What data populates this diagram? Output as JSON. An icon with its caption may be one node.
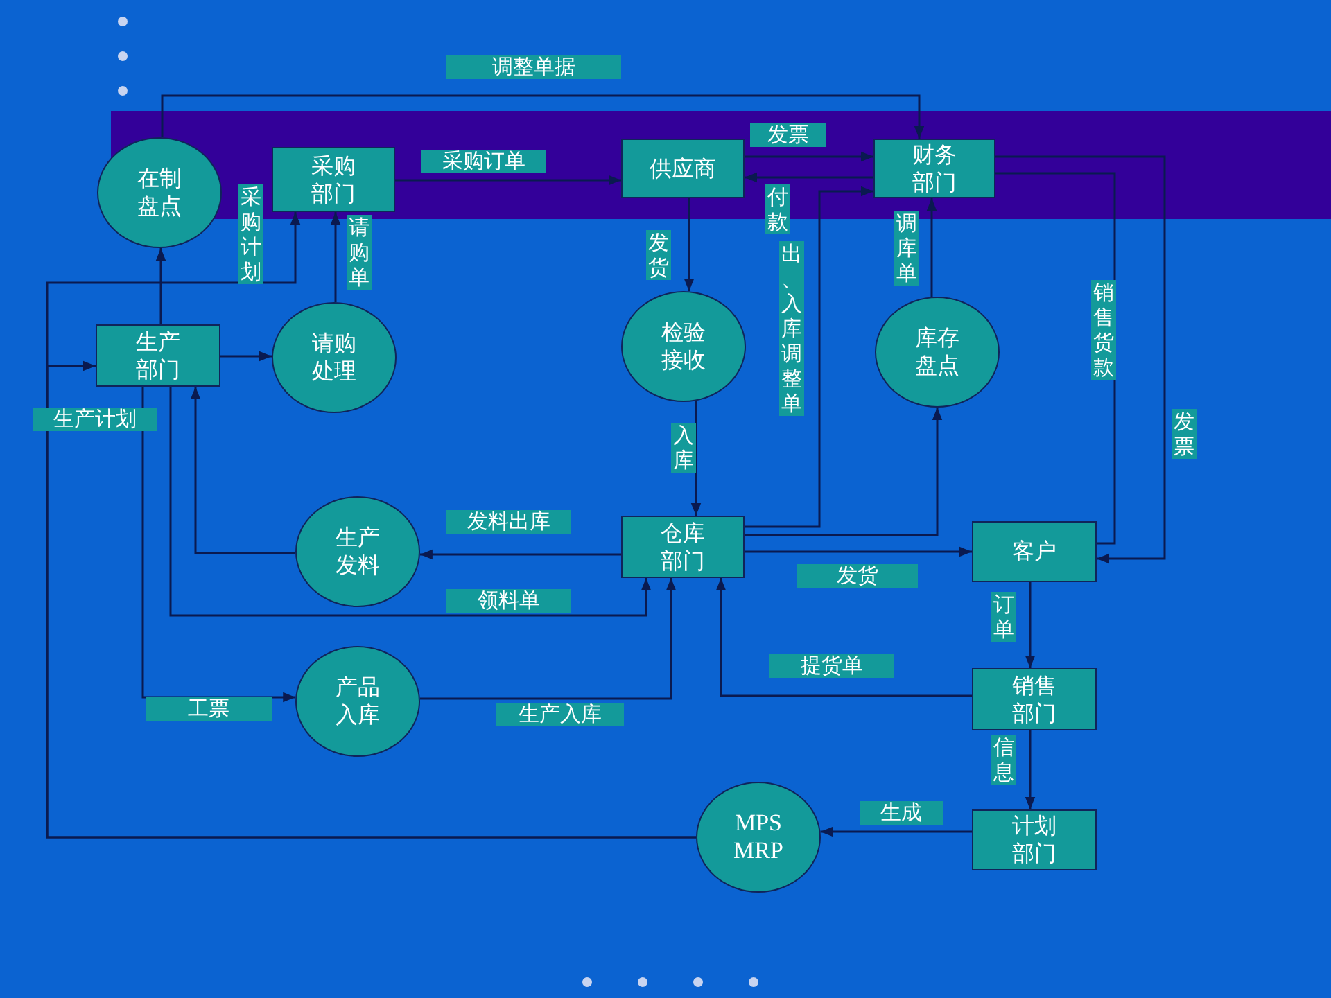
{
  "diagram": {
    "nodes": [
      {
        "text": [
          "在制盘点"
        ]
      },
      {
        "text": [
          "采购部门"
        ]
      },
      {
        "text": [
          "供应商"
        ]
      },
      {
        "text": [
          "财务部门"
        ]
      },
      {
        "text": [
          "生产部门"
        ]
      },
      {
        "text": [
          "请购处理"
        ]
      },
      {
        "text": [
          "检验接收"
        ]
      },
      {
        "text": [
          "库存盘点"
        ]
      },
      {
        "text": [
          "生产发料"
        ]
      },
      {
        "text": [
          "仓库部门"
        ]
      },
      {
        "text": [
          "客户"
        ]
      },
      {
        "text": [
          "产品入库"
        ]
      },
      {
        "text": [
          "销售部门"
        ]
      },
      {
        "text": [
          "MPS MRP"
        ]
      },
      {
        "text": [
          "计划部门"
        ]
      }
    ],
    "edges": [
      {
        "from": 0,
        "to": 3,
        "arrow": "to",
        "label": "调整单据"
      },
      {
        "from": 1,
        "to": 2,
        "arrow": "to",
        "label": "采购订单"
      },
      {
        "from": 2,
        "to": 3,
        "arrow": "to",
        "label": "发票"
      },
      {
        "from": 3,
        "to": 2,
        "arrow": "to",
        "label": "付款"
      },
      {
        "from": 9,
        "to": 3,
        "arrow": "to",
        "label": "出、入库调整单"
      },
      {
        "from": 2,
        "to": 6,
        "arrow": "to",
        "label": "发货"
      },
      {
        "from": 6,
        "to": 9,
        "arrow": "to",
        "label": "入库"
      },
      {
        "from": 7,
        "to": 3,
        "arrow": "to",
        "label": "调库单"
      },
      {
        "from": 9,
        "to": 7,
        "arrow": "to"
      },
      {
        "from": 3,
        "to": 10,
        "arrow": "none",
        "label": "销售货款"
      },
      {
        "from": 3,
        "to": 10,
        "arrow": "to",
        "label": "发票"
      },
      {
        "from": 9,
        "to": 10,
        "arrow": "to",
        "label": "发货"
      },
      {
        "from": 10,
        "to": 12,
        "arrow": "to",
        "label": "订单"
      },
      {
        "from": 12,
        "to": 14,
        "arrow": "to",
        "label": "信息"
      },
      {
        "from": 12,
        "to": 9,
        "arrow": "to",
        "label": "提货单"
      },
      {
        "from": 14,
        "to": 13,
        "arrow": "to",
        "label": "生成"
      },
      {
        "from": 13,
        "to": 4,
        "arrow": "to",
        "label": "生产计划"
      },
      {
        "from": 13,
        "to": 1,
        "arrow": "to",
        "label": "采购计划"
      },
      {
        "from": 4,
        "to": 0,
        "arrow": "to"
      },
      {
        "from": 4,
        "to": 5,
        "arrow": "to"
      },
      {
        "from": 5,
        "to": 1,
        "arrow": "to",
        "label": "请购单"
      },
      {
        "from": 9,
        "to": 8,
        "arrow": "to",
        "label": "发料出库"
      },
      {
        "from": 8,
        "to": 4,
        "arrow": "to"
      },
      {
        "from": 4,
        "to": 9,
        "arrow": "to",
        "label": "领料单"
      },
      {
        "from": 4,
        "to": 11,
        "arrow": "to",
        "label": "工票"
      },
      {
        "from": 11,
        "to": 9,
        "arrow": "to",
        "label": "生产入库"
      }
    ]
  }
}
